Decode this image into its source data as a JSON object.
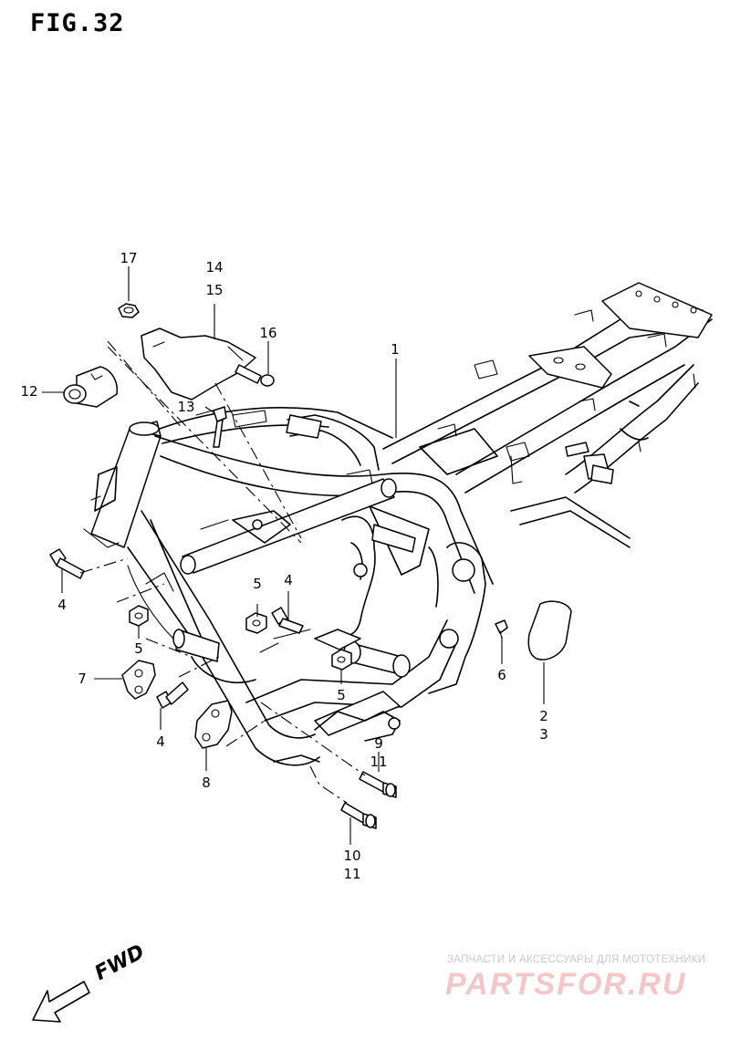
{
  "figure": {
    "title": "FIG.32",
    "direction_label": "FWD"
  },
  "callouts": [
    {
      "id": "c1",
      "text": "1"
    },
    {
      "id": "c2",
      "text": "2"
    },
    {
      "id": "c3",
      "text": "3"
    },
    {
      "id": "c4a",
      "text": "4"
    },
    {
      "id": "c4b",
      "text": "4"
    },
    {
      "id": "c4c",
      "text": "4"
    },
    {
      "id": "c5a",
      "text": "5"
    },
    {
      "id": "c5b",
      "text": "5"
    },
    {
      "id": "c5c",
      "text": "5"
    },
    {
      "id": "c6",
      "text": "6"
    },
    {
      "id": "c7",
      "text": "7"
    },
    {
      "id": "c8",
      "text": "8"
    },
    {
      "id": "c9",
      "text": "9"
    },
    {
      "id": "c10",
      "text": "10"
    },
    {
      "id": "c11a",
      "text": "11"
    },
    {
      "id": "c11b",
      "text": "11"
    },
    {
      "id": "c12",
      "text": "12"
    },
    {
      "id": "c13",
      "text": "13"
    },
    {
      "id": "c14",
      "text": "14"
    },
    {
      "id": "c15",
      "text": "15"
    },
    {
      "id": "c16",
      "text": "16"
    },
    {
      "id": "c17",
      "text": "17"
    }
  ],
  "watermark": {
    "tagline": "ЗАПЧАСТИ И АКСЕССУАРЫ ДЛЯ МОТОТЕХНИКИ",
    "brand": "PARTSFOR.RU",
    "color": "#f3c7c7"
  }
}
